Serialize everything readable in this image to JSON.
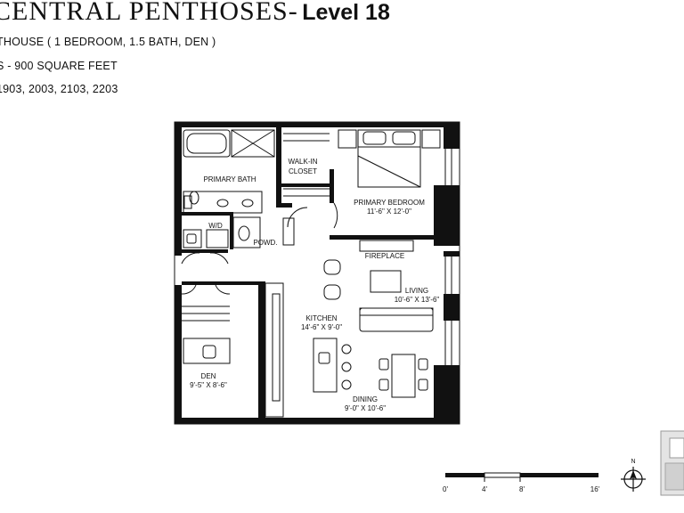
{
  "header": {
    "title_main": "CENTRAL PENTHOSES-",
    "title_level": "Level 18",
    "line1": "THOUSE ( 1 BEDROOM, 1.5 BATH, DEN )",
    "line2": "S -  900 SQUARE FEET",
    "line3": "1903, 2003, 2103, 2203"
  },
  "rooms": {
    "walkin_closet_1": "WALK-IN",
    "walkin_closet_2": "CLOSET",
    "primary_bath": "PRIMARY BATH",
    "primary_bedroom": "PRIMARY BEDROOM",
    "primary_bedroom_dim": "11'-6\" X 12'-0\"",
    "wd": "W/D",
    "powd": "POWD.",
    "fireplace": "FIREPLACE",
    "living": "LIVING",
    "living_dim": "10'-6\" X 13'-6\"",
    "kitchen": "KITCHEN",
    "kitchen_dim": "14'-6\" X 9'-0\"",
    "den": "DEN",
    "den_dim": "9'-5\" X 8'-6\"",
    "dining": "DINING",
    "dining_dim": "9'-0\" X 10'-6\""
  },
  "scale": {
    "t0": "0'",
    "t4": "4'",
    "t8": "8'",
    "t16": "16'"
  },
  "compass": {
    "north": "N"
  }
}
